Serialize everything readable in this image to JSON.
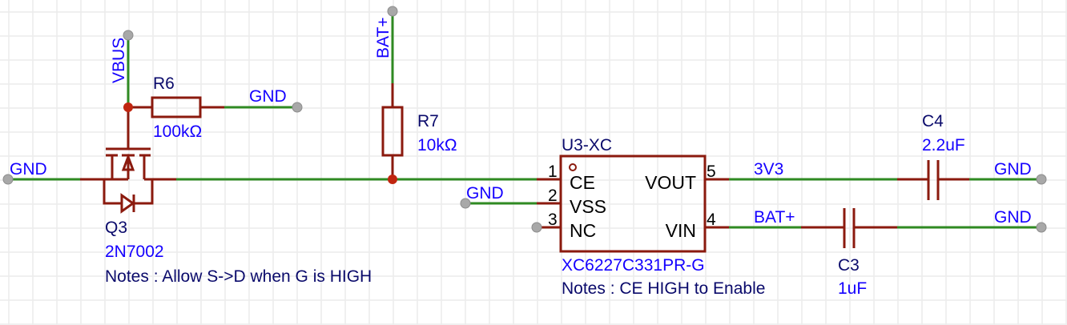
{
  "colors": {
    "wire": "#2f8a22",
    "component": "#8b1a0e",
    "junction": "#c0250f",
    "net_label": "#1400ff",
    "designator": "#0a0a6b",
    "terminal": "#a8a8a8",
    "grid": "#ececec"
  },
  "nets": {
    "vbus": "VBUS",
    "bat_top": "BAT+",
    "gnd_r6": "GND",
    "gnd_left": "GND",
    "gnd_vss": "GND",
    "v3v3": "3V3",
    "bat_vin": "BAT+",
    "gnd_c4": "GND",
    "gnd_c3": "GND"
  },
  "components": {
    "r6": {
      "ref": "R6",
      "value": "100kΩ"
    },
    "r7": {
      "ref": "R7",
      "value": "10kΩ"
    },
    "q3": {
      "ref": "Q3",
      "value": "2N7002",
      "note": "Notes : Allow S->D when G is HIGH"
    },
    "u3": {
      "ref": "U3-XC",
      "value": "XC6227C331PR-G",
      "note": "Notes : CE HIGH to Enable",
      "pins": [
        {
          "num": "1",
          "name": "CE"
        },
        {
          "num": "2",
          "name": "VSS"
        },
        {
          "num": "3",
          "name": "NC"
        },
        {
          "num": "5",
          "name": "VOUT"
        },
        {
          "num": "4",
          "name": "VIN"
        }
      ]
    },
    "c4": {
      "ref": "C4",
      "value": "2.2uF"
    },
    "c3": {
      "ref": "C3",
      "value": "1uF"
    }
  }
}
